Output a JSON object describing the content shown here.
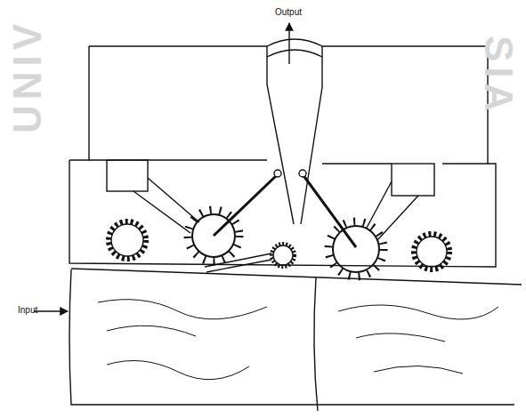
{
  "diagram": {
    "labels": [
      "Output",
      "Input",
      "UNIV",
      "SIA"
    ]
  }
}
